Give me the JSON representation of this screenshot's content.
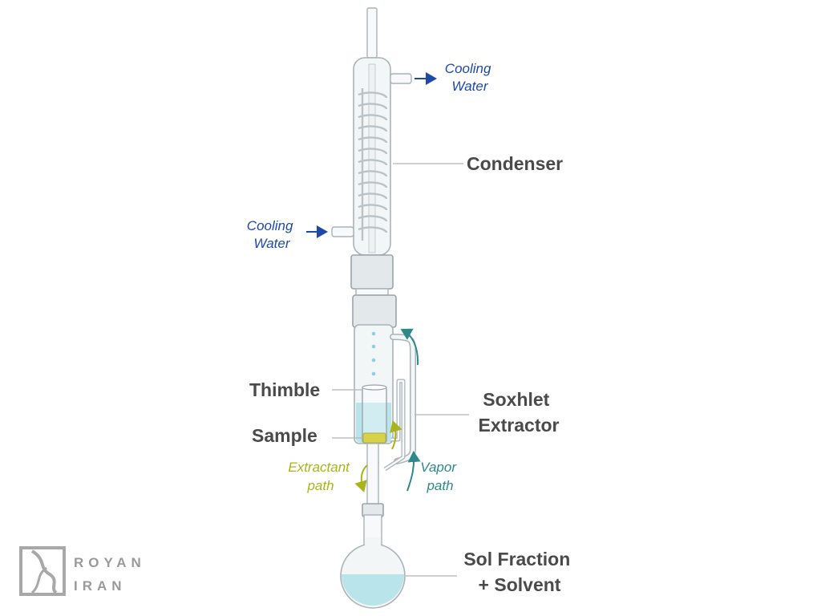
{
  "labels": {
    "cooling_water_top": [
      "Cooling",
      "Water"
    ],
    "cooling_water_bottom": [
      "Cooling",
      "Water"
    ],
    "condenser": "Condenser",
    "thimble": "Thimble",
    "sample": "Sample",
    "soxhlet_extractor": [
      "Soxhlet",
      "Extractor"
    ],
    "extractant_path": [
      "Extractant",
      "path"
    ],
    "vapor_path": [
      "Vapor",
      "path"
    ],
    "sol_fraction": [
      "Sol Fraction",
      "+ Solvent"
    ]
  },
  "logo": {
    "line1": "ROYAN",
    "line2": "IRAN"
  },
  "colors": {
    "cooling_water": "#1f49a8",
    "extractant": "#a8b418",
    "vapor": "#2e8a8a",
    "label": "#4a4a4a",
    "solvent": "#b9e4ea",
    "sample": "#d8d24a",
    "logo": "#9a9a9a"
  },
  "icons": [
    "royan-iran-logo-icon",
    "cooling-water-in-arrow-icon",
    "cooling-water-out-arrow-icon",
    "extractant-path-arrow-icon",
    "vapor-path-arrow-icon"
  ]
}
